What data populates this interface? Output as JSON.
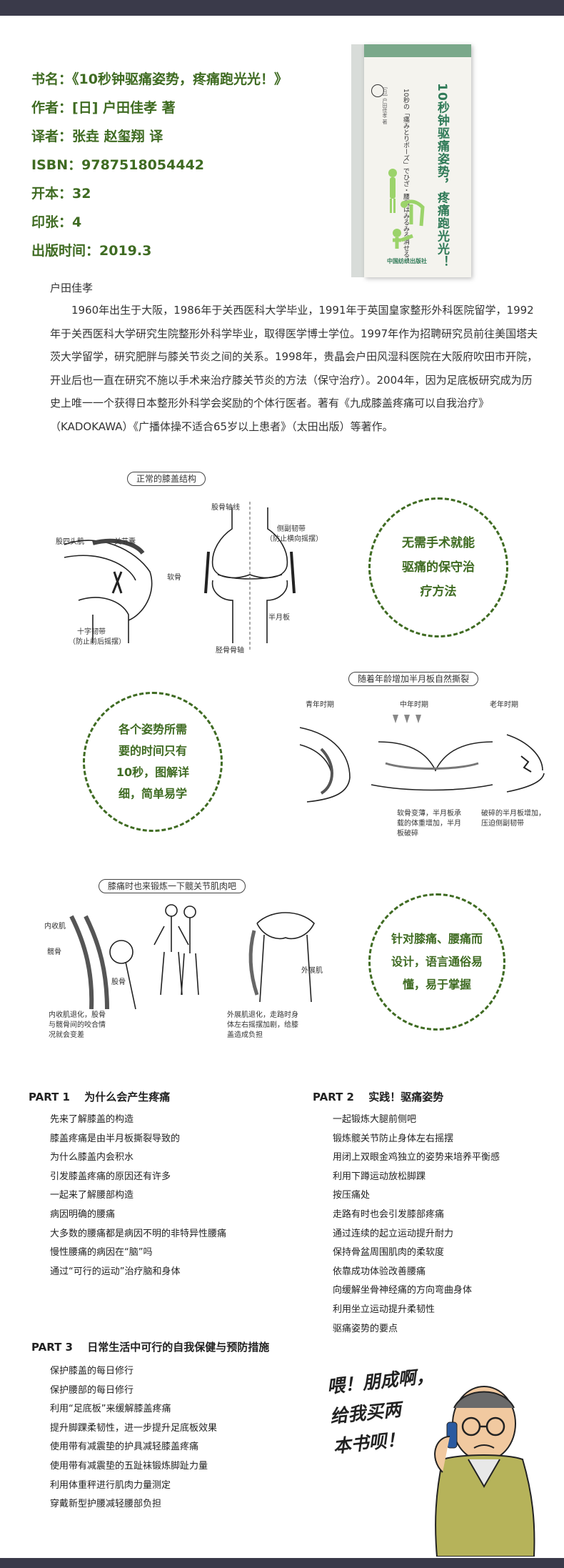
{
  "info": {
    "rows": [
      {
        "k": "书名：",
        "v": "《10秒钟驱痛姿势，疼痛跑光光！》"
      },
      {
        "k": "作者：",
        "v": "[日] 户田佳孝 著"
      },
      {
        "k": "译者：",
        "v": "张垚 赵玺翔 译"
      },
      {
        "k": "ISBN：",
        "v": "9787518054442"
      },
      {
        "k": "开本：",
        "v": "32"
      },
      {
        "k": "印张：",
        "v": "4"
      },
      {
        "k": "出版时间：",
        "v": "2019.3"
      }
    ]
  },
  "cover": {
    "title": "10秒钟驱痛姿势，疼痛跑光光！",
    "subtitle": "10秒の「痛みとりポーズ」でひざ・腰痛はみるみる消せる！",
    "author": "[日] 户田佳孝 著",
    "publisher": "中国纺织出版社"
  },
  "author_section": {
    "name": "户田佳孝",
    "bio": "1960年出生于大阪，1986年于关西医科大学毕业，1991年于英国皇家整形外科医院留学，1992年于关西医科大学研究生院整形外科学毕业，取得医学博士学位。1997年作为招聘研究员前往美国塔夫茨大学留学，研究肥胖与膝关节炎之间的关系。1998年，贵晶会户田风湿科医院在大阪府吹田市开院，开业后也一直在研究不施以手术来治疗膝关节炎的方法（保守治疗）。2004年，因为足底板研究成为历史上唯一一个获得日本整形外科学会奖励的个体行医者。著有《九成膝盖疼痛可以自我治疗》（KADOKAWA）《广播体操不适合65岁以上患者》（太田出版）等著作。"
  },
  "diagram1": {
    "caption": "正常的膝盖结构",
    "labels": {
      "quad": "股四头肌",
      "capsule": "关节囊",
      "cruciate": "十字韧带",
      "cruciate_note": "（防止前后摇摆）",
      "femur_axis": "股骨轴线",
      "collateral": "侧副韧带",
      "collateral_note": "（防止横向摇摆）",
      "cartilage": "软骨",
      "meniscus": "半月板",
      "tibia_axis": "胫骨骨轴"
    },
    "circle": [
      "无需手术就能",
      "驱痛的保守治",
      "疗方法"
    ]
  },
  "diagram2": {
    "caption": "随着年龄增加半月板自然撕裂",
    "stages": [
      "青年时期",
      "中年时期",
      "老年时期"
    ],
    "note_mid": [
      "软骨变薄，半月板承",
      "载的体重增加，半月",
      "板破碎"
    ],
    "note_old": [
      "破碎的半月板增加，",
      "压迫侧副韧带"
    ],
    "circle": [
      "各个姿势所需",
      "要的时间只有",
      "10秒，图解详",
      "细，简单易学"
    ]
  },
  "diagram3": {
    "caption": "膝痛时也来锻炼一下髋关节肌肉吧",
    "labels": {
      "adductor": "内收肌",
      "hip": "髋骨",
      "femur": "股骨",
      "abductor": "外展肌"
    },
    "note_left": [
      "内收肌退化，股骨",
      "与髋骨间的咬合情",
      "况就会变差"
    ],
    "note_right": [
      "外展肌退化，走路时身",
      "体左右摇摆加剧，给膝",
      "盖造成负担"
    ],
    "circle": [
      "针对膝痛、腰痛而",
      "设计，语言通俗易",
      "懂，易于掌握"
    ]
  },
  "parts": [
    {
      "title": "PART 1　 为什么会产生疼痛",
      "items": [
        "先来了解膝盖的构造",
        "膝盖疼痛是由半月板撕裂导致的",
        "为什么膝盖内会积水",
        "引发膝盖疼痛的原因还有许多",
        "一起来了解腰部构造",
        "病因明确的腰痛",
        "大多数的腰痛都是病因不明的非特异性腰痛",
        "慢性腰痛的病因在“脑”吗",
        "通过“可行的运动”治疗脑和身体"
      ]
    },
    {
      "title": "PART 2　 实践！驱痛姿势",
      "items": [
        "一起锻炼大腿前侧吧",
        "锻炼髋关节防止身体左右摇摆",
        "用闭上双眼金鸡独立的姿势来培养平衡感",
        "利用下蹲运动放松脚踝",
        "按压痛处",
        "走路有时也会引发膝部疼痛",
        "通过连续的起立运动提升耐力",
        "保持骨盆周围肌肉的柔软度",
        "依靠成功体验改善腰痛",
        "向缓解坐骨神经痛的方向弯曲身体",
        "利用坐立运动提升柔韧性",
        "驱痛姿势的要点"
      ]
    },
    {
      "title": "PART 3　 日常生活中可行的自我保健与预防措施",
      "items": [
        "保护膝盖的每日修行",
        "保护腰部的每日修行",
        "利用“足底板”来缓解膝盖疼痛",
        "提升脚踝柔韧性，进一步提升足底板效果",
        "使用带有减震垫的护具减轻膝盖疼痛",
        "使用带有减震垫的五趾袜锻炼脚趾力量",
        "利用体重秤进行肌肉力量测定",
        "穿戴新型护腰减轻腰部负担"
      ]
    }
  ],
  "bubble": {
    "lines": [
      "喂！朋成啊，",
      "给我买两",
      "本书呗！"
    ]
  },
  "colors": {
    "accent_green": "#3f6b22",
    "top_bar": "#3a3a4a",
    "cover_green": "#2f7a57"
  }
}
